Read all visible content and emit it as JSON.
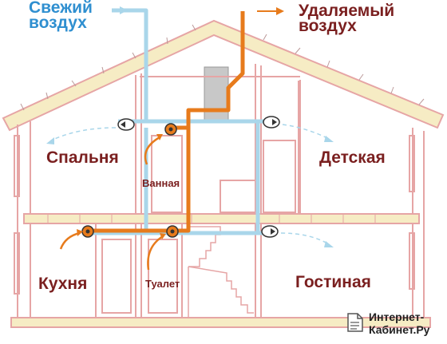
{
  "labels": {
    "fresh_air_line1": "Свежий",
    "fresh_air_line2": "воздух",
    "exhaust_air_line1": "Удаляемый",
    "exhaust_air_line2": "воздух"
  },
  "rooms": {
    "bedroom": "Спальня",
    "kids_room": "Детская",
    "bathroom": "Ванная",
    "kitchen": "Кухня",
    "toilet": "Туалет",
    "living_room": "Гостиная"
  },
  "watermark": {
    "line1": "Интернет-",
    "line2": "Кабинет.Ру",
    "icon": "document-icon"
  },
  "colors": {
    "fresh_duct": "#a9d6ea",
    "exhaust_duct": "#e77b1c",
    "structure": "#e6a5a5",
    "roof_fill": "#f6ecc4",
    "label_dark_red": "#7a1f1f",
    "label_blue": "#2f8fd0"
  }
}
